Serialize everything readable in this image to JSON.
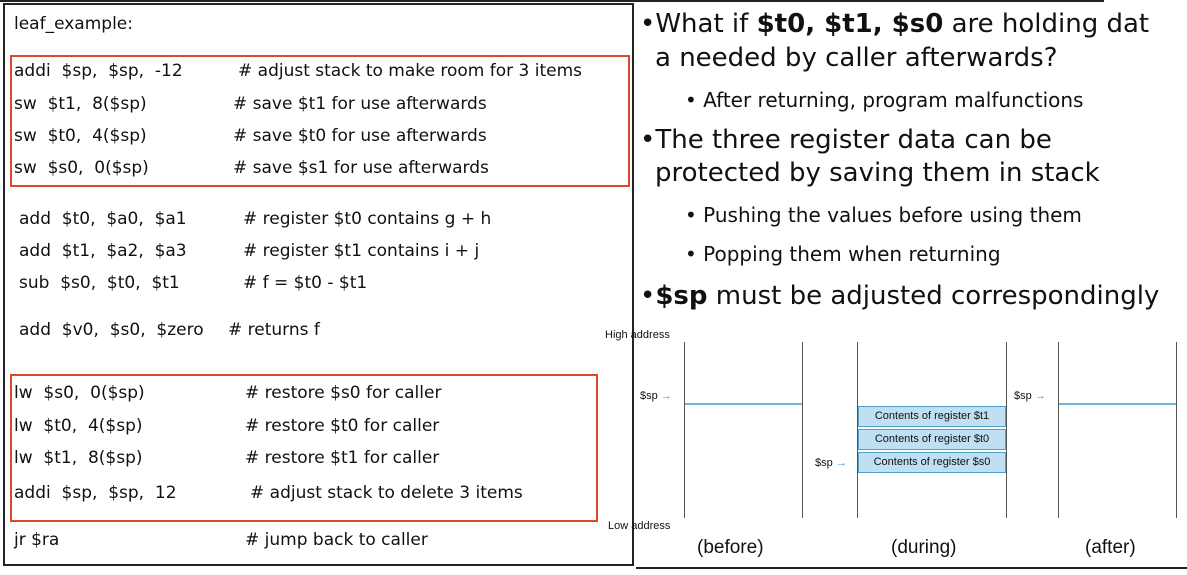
{
  "code": {
    "label": "leaf_example:",
    "lines": [
      {
        "instr": "addi  $sp,  $sp,  -12",
        "comment": "# adjust stack to make room for 3 items"
      },
      {
        "instr": "sw  $t1,  8($sp)",
        "comment": "# save $t1 for use afterwards"
      },
      {
        "instr": "sw  $t0,  4($sp)",
        "comment": "# save $t0 for use afterwards"
      },
      {
        "instr": "sw  $s0,  0($sp)",
        "comment": "# save $s1 for use afterwards"
      },
      {
        "instr": "add  $t0,  $a0,  $a1",
        "comment": "# register $t0 contains g + h"
      },
      {
        "instr": "add  $t1,  $a2,  $a3",
        "comment": "# register $t1 contains i + j"
      },
      {
        "instr": "sub  $s0,  $t0,  $t1",
        "comment": "# f = $t0 - $t1"
      },
      {
        "instr": "add  $v0,  $s0,  $zero",
        "comment": "# returns f"
      },
      {
        "instr": "lw  $s0,  0($sp)",
        "comment": "# restore $s0 for caller"
      },
      {
        "instr": "lw  $t0,  4($sp)",
        "comment": "# restore $t0 for caller"
      },
      {
        "instr": "lw  $t1,  8($sp)",
        "comment": "# restore $t1 for caller"
      },
      {
        "instr": "addi  $sp,  $sp,  12",
        "comment": "# adjust stack to delete 3 items"
      },
      {
        "instr": "jr $ra",
        "comment": "# jump back to caller"
      }
    ]
  },
  "bullets": {
    "b1_pre": "What if ",
    "b1_regs": "$t0, $t1, $s0",
    "b1_post_line1": " are holding dat",
    "b1_line2": "a needed by caller afterwards?",
    "b1_sub": "After returning, program malfunctions",
    "b2_line1": "The three register data can be",
    "b2_line2": "protected by saving them in stack",
    "b2_sub1": "Pushing the values before using them",
    "b2_sub2": "Popping them when returning",
    "b3_reg": "$sp",
    "b3_rest": " must be adjusted correspondingly"
  },
  "figure": {
    "high_label": "High address",
    "low_label": "Low address",
    "sp_label": "$sp",
    "cells": [
      "Contents of register $t1",
      "Contents of register $t0",
      "Contents of register $s0"
    ],
    "captions": [
      "(before)",
      "(during)",
      "(after)"
    ],
    "accent_color": "#6fb6e0",
    "box_color": "#e2452e"
  }
}
